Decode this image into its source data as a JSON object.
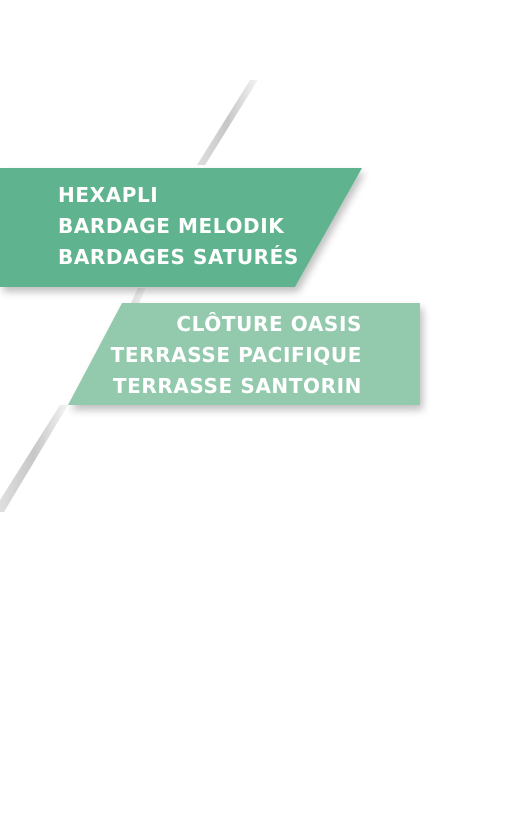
{
  "colors": {
    "primary_band": "#5fb38e",
    "secondary_band": "#93c9ac",
    "text": "#ffffff",
    "background": "#ffffff"
  },
  "menu_group_1": {
    "items": [
      {
        "label": "HEXAPLI"
      },
      {
        "label": "BARDAGE MELODIK"
      },
      {
        "label": "BARDAGES SATURÉS"
      }
    ]
  },
  "menu_group_2": {
    "items": [
      {
        "label": "CLÔTURE OASIS"
      },
      {
        "label": "TERRASSE PACIFIQUE"
      },
      {
        "label": "TERRASSE SANTORIN"
      }
    ]
  }
}
